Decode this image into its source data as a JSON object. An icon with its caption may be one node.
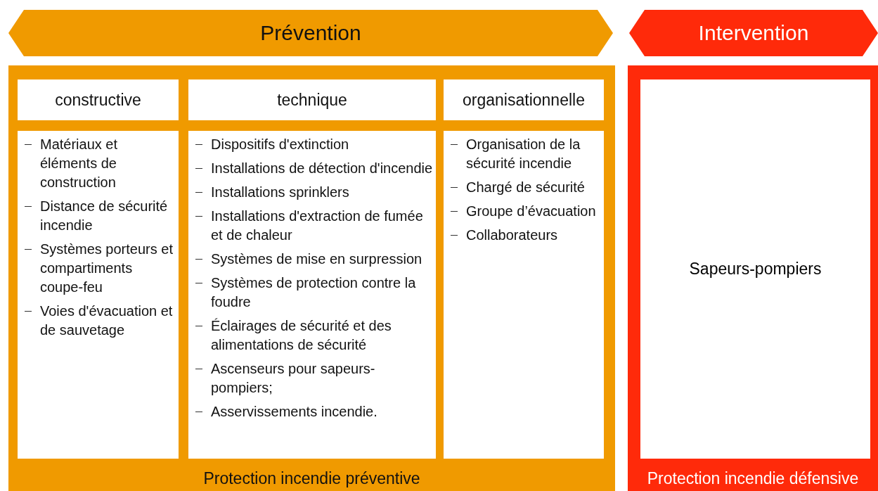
{
  "diagram": {
    "nodes": [
      {
        "text": [
          "Prévention"
        ]
      },
      {
        "text": [
          "Intervention"
        ]
      },
      {
        "text": [
          "Protection incendie préventive"
        ]
      },
      {
        "text": [
          "constructive"
        ],
        "in": 2
      },
      {
        "text": [
          "Matériaux et éléments de construction",
          "Distance de sécurité incendie",
          "Systèmes porteurs et compartiments coupe-feu",
          "Voies d'évacuation et de sauvetage"
        ],
        "in": 2
      },
      {
        "text": [
          "technique"
        ],
        "in": 2
      },
      {
        "text": [
          "Dispositifs d'extinction",
          "Installations de détection d'incendie",
          "Installations sprinklers",
          "Installations d'extraction de fumée et de chaleur",
          "Systèmes de mise en surpression",
          "Systèmes de protection contre la foudre",
          "Éclairages de sécurité et des alimentations de sécurité",
          "Ascenseurs pour sapeurs-pompiers;",
          "Asservissements incendie."
        ],
        "in": 2
      },
      {
        "text": [
          "organisationnelle"
        ],
        "in": 2
      },
      {
        "text": [
          "Organisation de la sécurité incendie",
          "Chargé de sécurité",
          "Groupe d’évacuation",
          "Collaborateurs"
        ],
        "in": 2
      },
      {
        "text": [
          "Protection incendie défensive"
        ]
      },
      {
        "text": [
          "Sapeurs-pompiers"
        ],
        "in": 9
      }
    ]
  }
}
